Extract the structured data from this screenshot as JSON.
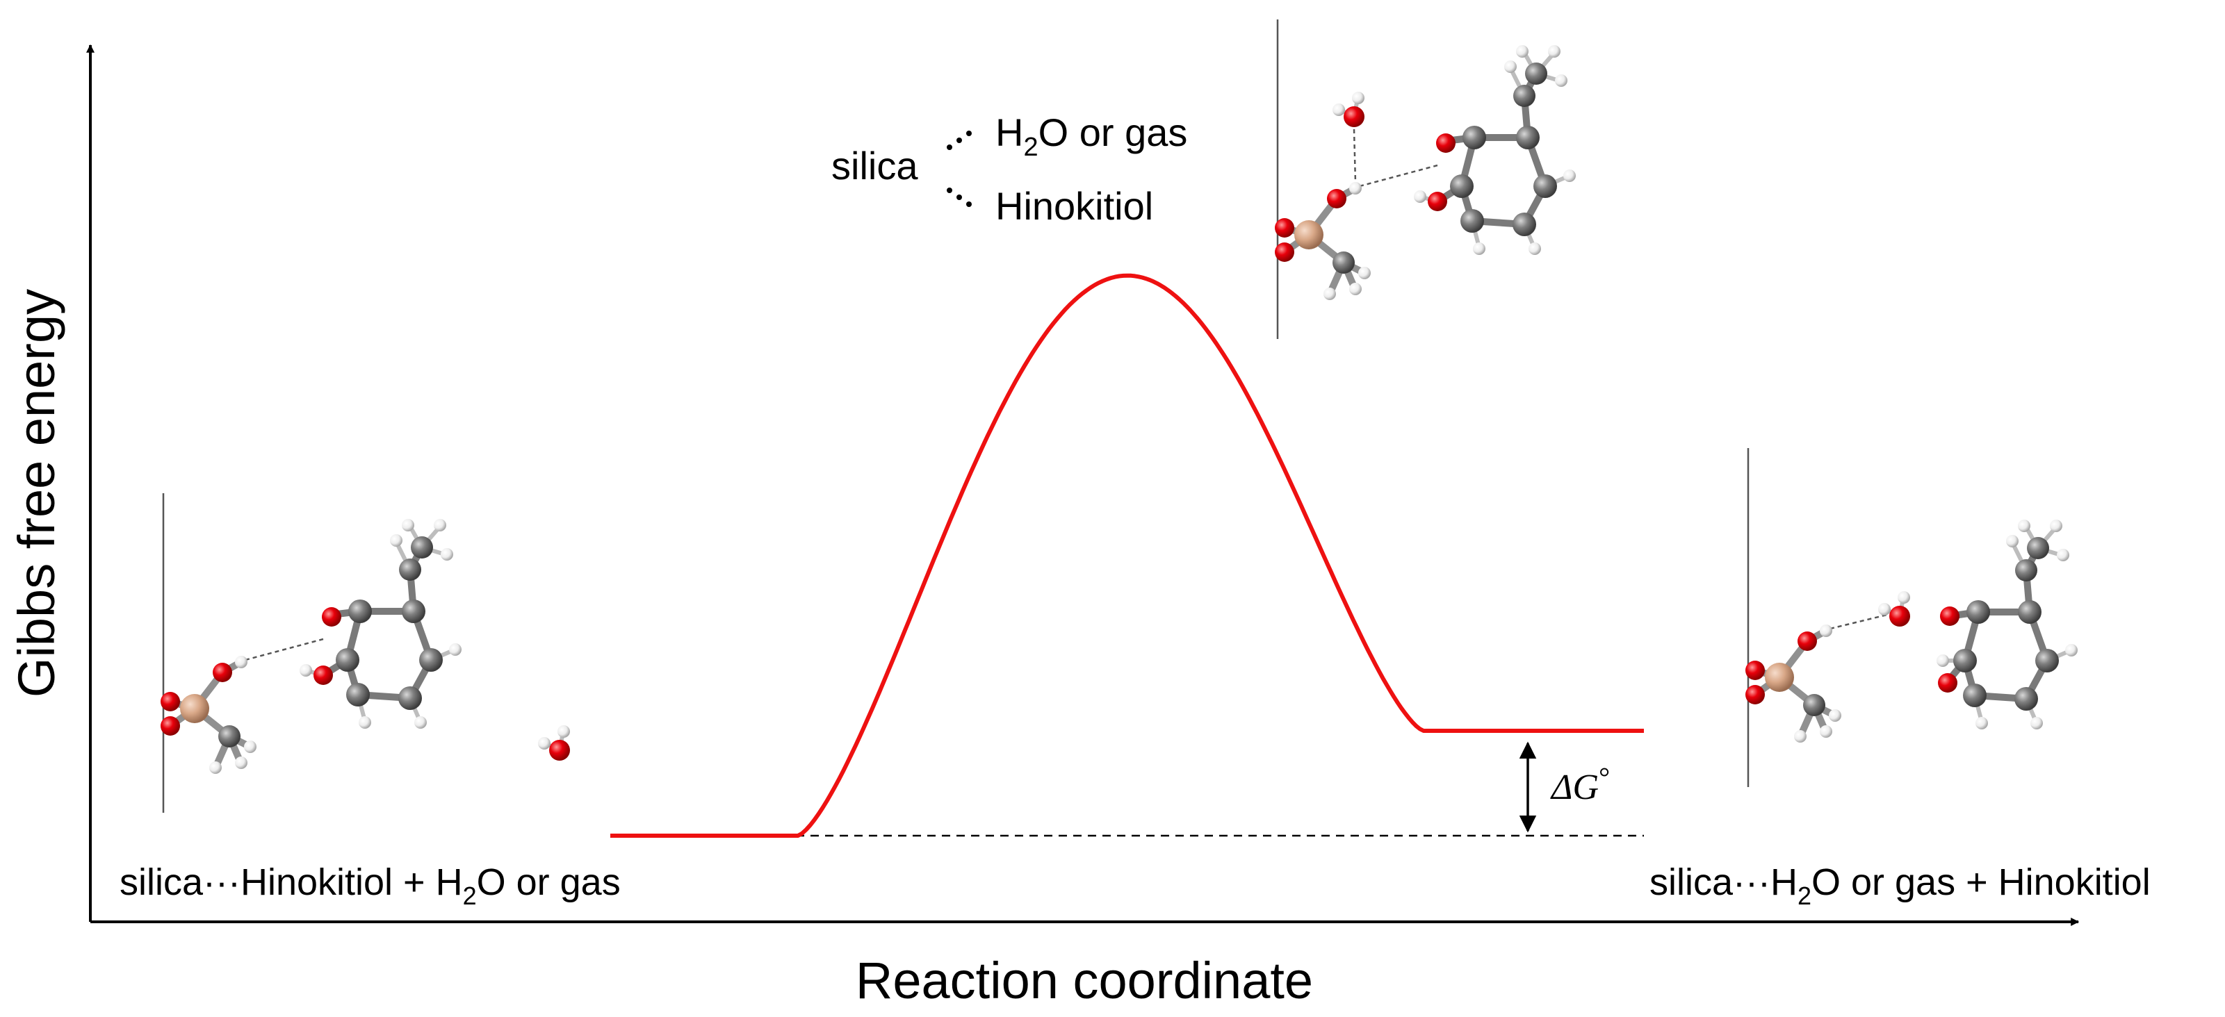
{
  "axes": {
    "y_label": "Gibbs free energy",
    "x_label": "Reaction coordinate"
  },
  "legend": {
    "subject": "silica",
    "option_1_pre": "H",
    "option_1_sub": "2",
    "option_1_post": "O or gas",
    "option_2": "Hinokitiol"
  },
  "states": {
    "left": {
      "pre": "silica···Hinokitiol + H",
      "sub": "2",
      "post": "O or gas"
    },
    "right": {
      "pre": "silica···H",
      "sub": "2",
      "post": "O or gas + Hinokitiol"
    }
  },
  "annotation": {
    "delta_symbol": "ΔG",
    "degree": "°"
  },
  "colors": {
    "profile": "#ee1111",
    "oxygen": "#e8000b",
    "carbon": "#777777",
    "silicon": "#d9a888",
    "hydrogen": "#f2f2f2"
  },
  "profile": {
    "initial_level": 0.0,
    "barrier_peak": 5.34,
    "final_level": 1.0,
    "units": "relative (ΔG° = 1)"
  }
}
